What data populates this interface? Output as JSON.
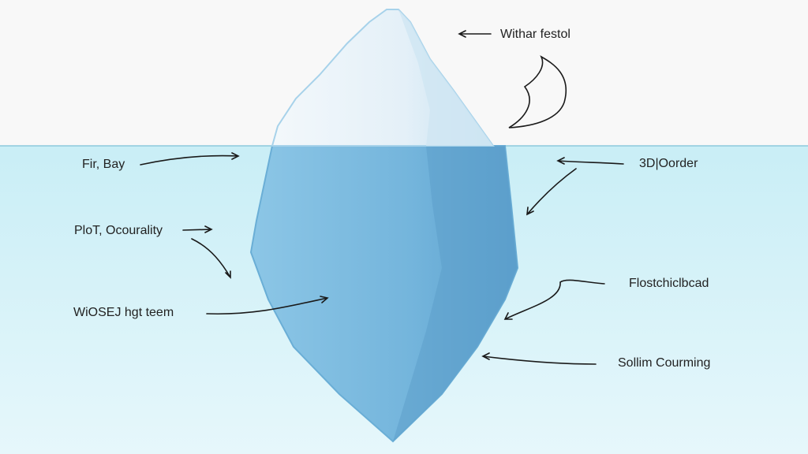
{
  "labels": {
    "top_right": "Withar festol",
    "fir_bay": "Fir, Bay",
    "plot": "PloT, Ocourality",
    "wiosej": "WiOSEJ hgt teem",
    "order": "3D|Oorder",
    "flost": "Flostchiclbcad",
    "sollim": "Sollim Courming"
  },
  "colors": {
    "sky": "#f8f8f8",
    "water_top": "#c9eef6",
    "water_bottom": "#e6f7fb",
    "ice_above": "#eef6fb",
    "ice_below": "#6fb3da",
    "ice_dark": "#4f97c6"
  }
}
